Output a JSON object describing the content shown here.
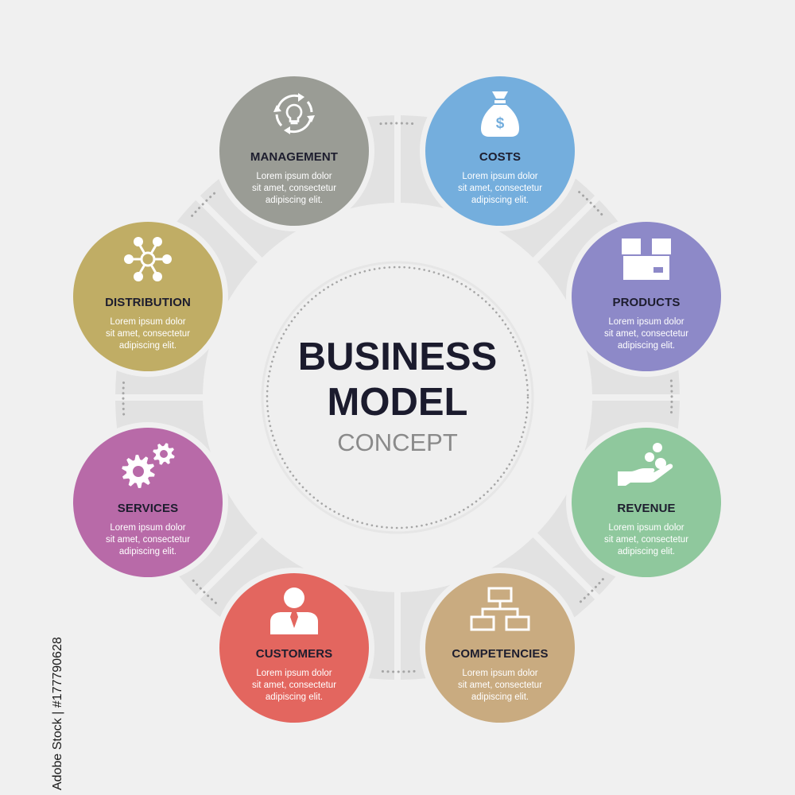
{
  "center": {
    "title_line1": "BUSINESS",
    "title_line2": "MODEL",
    "subtitle": "CONCEPT"
  },
  "nodes": [
    {
      "title": "MANAGEMENT",
      "desc_lines": [
        "Lorem ipsum dolor",
        "sit amet, consectetur",
        "adipiscing elit."
      ],
      "color": "#9a9c95",
      "icon": "cycle-lightbulb-icon"
    },
    {
      "title": "COSTS",
      "desc_lines": [
        "Lorem ipsum dolor",
        "sit amet, consectetur",
        "adipiscing elit."
      ],
      "color": "#74aedd",
      "icon": "money-bag-icon"
    },
    {
      "title": "PRODUCTS",
      "desc_lines": [
        "Lorem ipsum dolor",
        "sit amet, consectetur",
        "adipiscing elit."
      ],
      "color": "#8d89c8",
      "icon": "box-icon"
    },
    {
      "title": "REVENUE",
      "desc_lines": [
        "Lorem ipsum dolor",
        "sit amet, consectetur",
        "adipiscing elit."
      ],
      "color": "#8fc89d",
      "icon": "hand-coins-icon"
    },
    {
      "title": "COMPETENCIES",
      "desc_lines": [
        "Lorem ipsum dolor",
        "sit amet, consectetur",
        "adipiscing elit."
      ],
      "color": "#c9ab80",
      "icon": "hierarchy-icon"
    },
    {
      "title": "CUSTOMERS",
      "desc_lines": [
        "Lorem ipsum dolor",
        "sit amet, consectetur",
        "adipiscing elit."
      ],
      "color": "#e3665f",
      "icon": "person-icon"
    },
    {
      "title": "SERVICES",
      "desc_lines": [
        "Lorem ipsum dolor",
        "sit amet, consectetur",
        "adipiscing elit."
      ],
      "color": "#b86aa8",
      "icon": "gears-icon"
    },
    {
      "title": "DISTRIBUTION",
      "desc_lines": [
        "Lorem ipsum dolor",
        "sit amet, consectetur",
        "adipiscing elit."
      ],
      "color": "#c0ad65",
      "icon": "network-icon"
    }
  ],
  "stock_id": "Adobe Stock | #177790628",
  "colors": {
    "background": "#f0f0f0",
    "ring": "#e2e2e2",
    "dots": "#a6a6a6",
    "center_fill": "#efefef"
  }
}
